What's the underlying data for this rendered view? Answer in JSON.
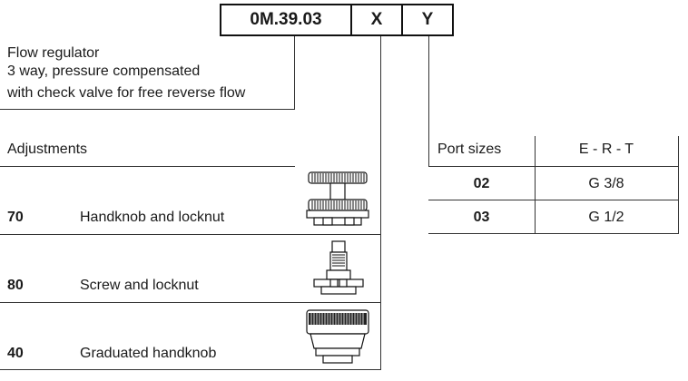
{
  "order_code": {
    "base": "0M.39.03",
    "option_x": "X",
    "option_y": "Y"
  },
  "description": {
    "line1": "Flow regulator",
    "line2": "3 way, pressure compensated",
    "line3": "with check valve for free reverse flow"
  },
  "adjustments": {
    "header": "Adjustments",
    "items": [
      {
        "code": "70",
        "label": "Handknob and locknut",
        "icon": "handknob-locknut-icon"
      },
      {
        "code": "80",
        "label": "Screw and locknut",
        "icon": "screw-locknut-icon"
      },
      {
        "code": "40",
        "label": "Graduated handknob",
        "icon": "graduated-handknob-icon"
      }
    ]
  },
  "port_sizes": {
    "header_left": "Port sizes",
    "header_right": "E - R - T",
    "rows": [
      {
        "code": "02",
        "size": "G 3/8"
      },
      {
        "code": "03",
        "size": "G 1/2"
      }
    ]
  }
}
